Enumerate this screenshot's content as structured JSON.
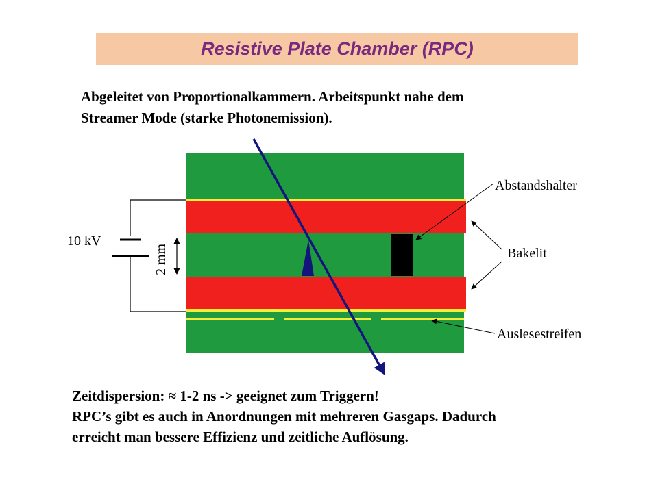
{
  "slide": {
    "title": "Resistive Plate Chamber (RPC)",
    "intro": [
      "Abgeleitet von Proportionalkammern. Arbeitspunkt nahe dem",
      "Streamer Mode (starke Photonemission)."
    ],
    "bottom": [
      "Zeitdispersion: ≈ 1-2 ns -> geeignet zum Triggern!",
      "RPC’s gibt es auch in Anordnungen mit mehreren Gasgaps. Dadurch",
      "erreicht man bessere Effizienz und zeitliche Auflösung."
    ]
  },
  "diagram": {
    "voltage_label": "10 kV",
    "gap_label": "2 mm",
    "label_spacer": "Abstandshalter",
    "label_bakelite": "Bakelit",
    "label_readout": "Auslesestreifen",
    "colors": {
      "title_bg": "#f6c9a4",
      "title_text": "#7a2a7e",
      "gas": "#1f9a3f",
      "bakelite": "#f0201e",
      "electrode": "#f2ef3a",
      "track": "#13157a",
      "spacer": "#000000"
    }
  }
}
